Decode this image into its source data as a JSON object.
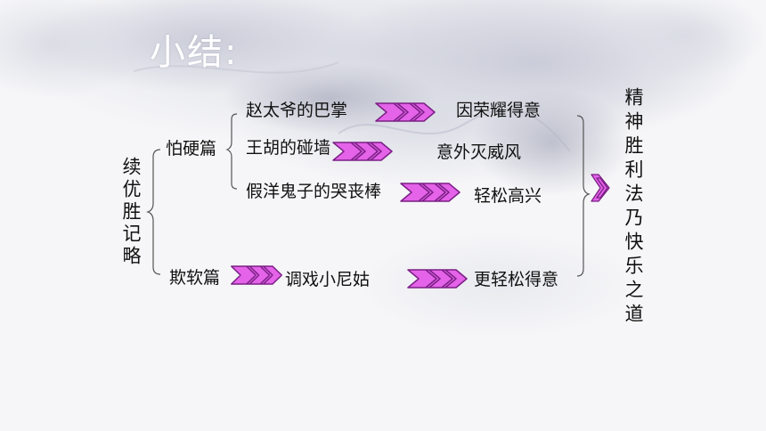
{
  "title": "小结:",
  "root": "续优胜记略",
  "branches": {
    "hard": "怕硬篇",
    "soft": "欺软篇"
  },
  "events": [
    {
      "cause": "赵太爷的巴掌",
      "result": "因荣耀得意"
    },
    {
      "cause": "王胡的碰墙",
      "result": "意外灭威风"
    },
    {
      "cause": "假洋鬼子的哭丧棒",
      "result": "轻松高兴"
    },
    {
      "cause": "调戏小尼姑",
      "result": "更轻松得意"
    }
  ],
  "conclusion": "精神胜利法乃快乐之道",
  "colors": {
    "arrow_fill": "#e463e8",
    "arrow_stroke": "#7b1f86",
    "text": "#111111",
    "bracket": "#555555"
  },
  "icons": {
    "arrow": "triple-chevron-arrow-icon"
  }
}
